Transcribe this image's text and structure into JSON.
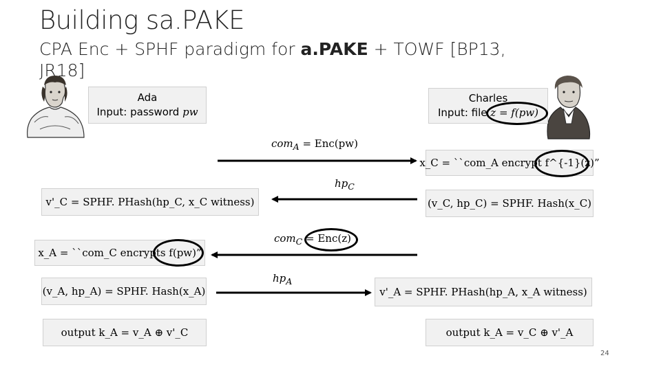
{
  "title": "Building sa.PAKE",
  "subtitle": {
    "before": "CPA Enc + SPHF paradigm for ",
    "bold": "a.PAKE",
    "after": " + TOWF [BP13, JR18]"
  },
  "ada": {
    "name": "Ada",
    "input_label": "Input: password ",
    "input_var": "pw"
  },
  "charles": {
    "name": "Charles",
    "input_label": "Input: file ",
    "input_expr": "z = f(pw)"
  },
  "messages": {
    "com_a": "com",
    "com_a_sub": "A",
    "com_a_rhs": " = Enc(pw)",
    "hp_c": "hp",
    "hp_c_sub": "C",
    "com_c": "com",
    "com_c_sub": "C",
    "com_c_rhs": " = Enc(z)",
    "hp_a": "hp",
    "hp_a_sub": "A"
  },
  "boxes": {
    "xc": "x_C = ``com_A encrypt f^{-1}(z)”",
    "vc_hash": "(v_C, hp_C) = SPHF. Hash(x_C)",
    "vpc_phash": "v'_C = SPHF. PHash(hp_C, x_C witness)",
    "xa": "x_A = ``com_C encrypts f(pw)”",
    "va_hash": "(v_A, hp_A) = SPHF. Hash(x_A)",
    "vpa_phash": "v'_A = SPHF. PHash(hp_A, x_A witness)",
    "out_a": "output k_A = v_A ⊕ v'_C",
    "out_c": "output k_A = v_C ⊕ v'_A"
  },
  "page_number": "24"
}
